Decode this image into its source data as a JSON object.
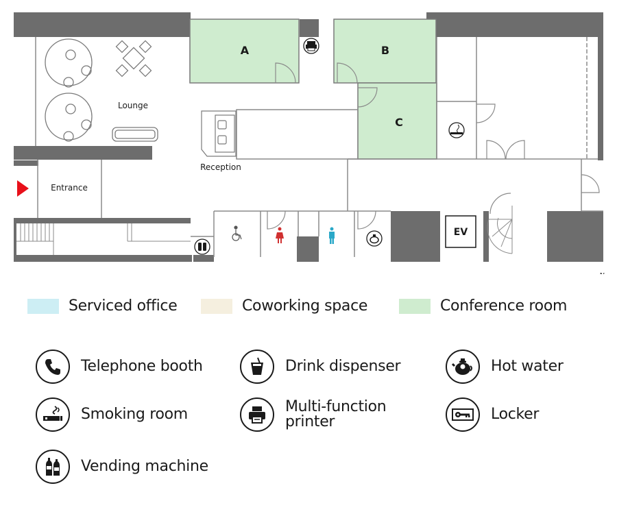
{
  "floor_plan": {
    "rooms": {
      "conference_a": "A",
      "conference_b": "B",
      "conference_c": "C",
      "lounge": "Lounge",
      "reception": "Reception",
      "entrance": "Entrance",
      "elevator": "EV"
    },
    "compass": "N",
    "colors": {
      "wall": "#6d6d6d",
      "conference": "#cfeccf",
      "serviced_office": "#cdeef4",
      "coworking": "#f5efdf",
      "entrance_marker": "#e8101a",
      "womens_restroom": "#d03030",
      "mens_restroom": "#2aa8c8"
    }
  },
  "legend": {
    "serviced_office": "Serviced office",
    "coworking_space": "Coworking space",
    "conference_room": "Conference room"
  },
  "facilities": [
    {
      "icon": "telephone-booth-icon",
      "label": "Telephone booth"
    },
    {
      "icon": "drink-dispenser-icon",
      "label": "Drink dispenser"
    },
    {
      "icon": "hot-water-icon",
      "label": "Hot water"
    },
    {
      "icon": "smoking-room-icon",
      "label": "Smoking room"
    },
    {
      "icon": "multi-function-printer-icon",
      "label": "Multi-function printer",
      "label_lines": [
        "Multi-function",
        "printer"
      ]
    },
    {
      "icon": "locker-icon",
      "label": "Locker"
    },
    {
      "icon": "vending-machine-icon",
      "label": "Vending machine"
    }
  ]
}
